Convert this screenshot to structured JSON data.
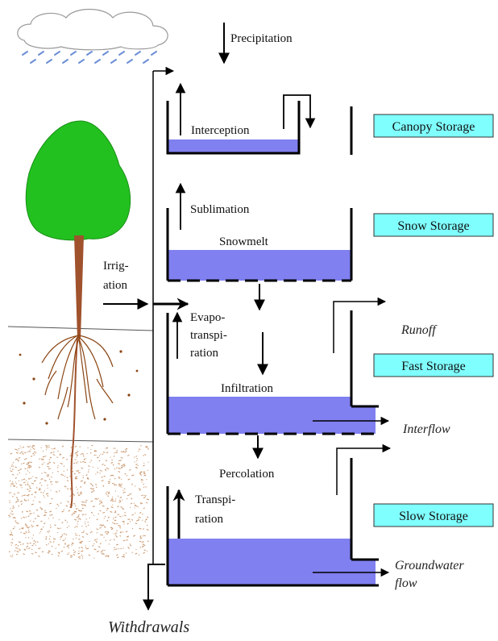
{
  "labels": {
    "precipitation": "Precipitation",
    "interception": "Interception",
    "sublimation": "Sublimation",
    "snowmelt": "Snowmelt",
    "irrigation_line1": "Irrig-",
    "irrigation_line2": "ation",
    "evapo_line1": "Evapo-",
    "evapo_line2": "transpi-",
    "evapo_line3": "ration",
    "infiltration": "Infiltration",
    "percolation": "Percolation",
    "transpiration_line1": "Transpi-",
    "transpiration_line2": "ration",
    "runoff": "Runoff",
    "interflow": "Interflow",
    "groundwater_line1": "Groundwater",
    "groundwater_line2": "flow",
    "withdrawals": "Withdrawals"
  },
  "storages": [
    {
      "key": "canopy",
      "label": "Canopy Storage"
    },
    {
      "key": "snow",
      "label": "Snow Storage"
    },
    {
      "key": "fast",
      "label": "Fast Storage"
    },
    {
      "key": "slow",
      "label": "Slow Storage"
    }
  ],
  "colors": {
    "water": "#8080f0",
    "storage_box": "#80ffff",
    "tree_canopy": "#22c11f",
    "tree_trunk": "#a0522d",
    "roots": "#8b4513"
  }
}
